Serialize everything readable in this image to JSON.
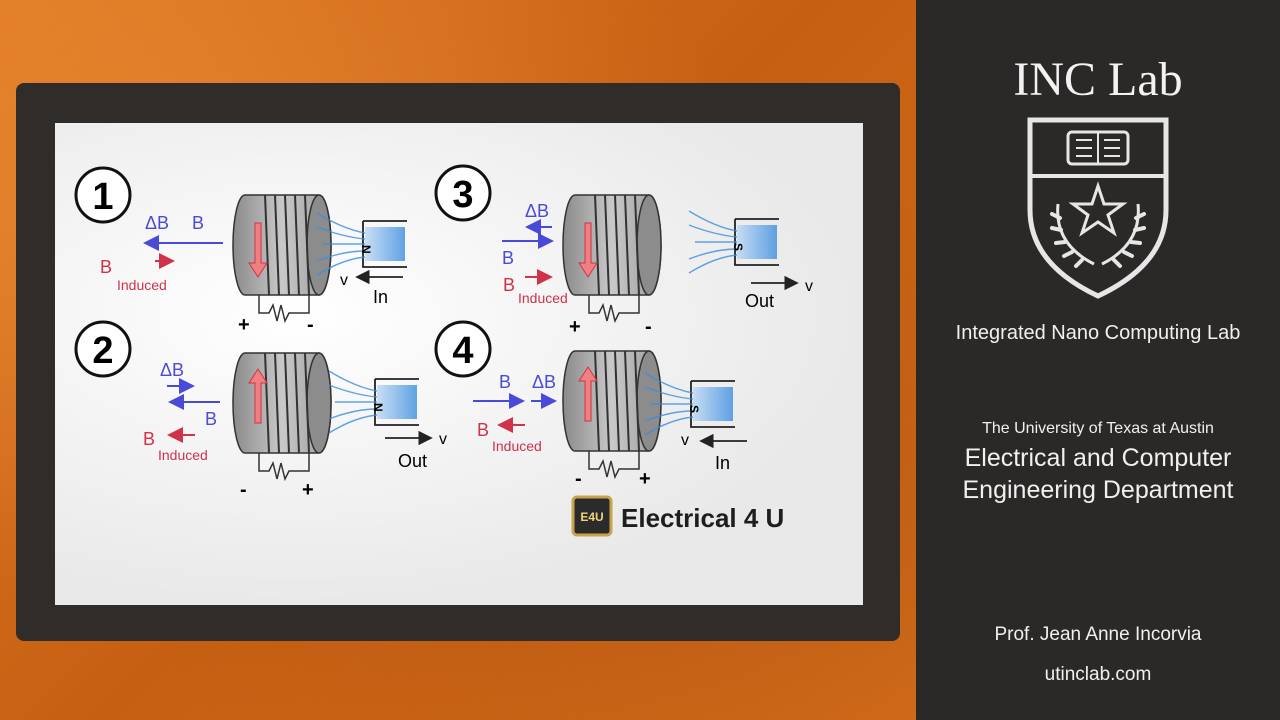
{
  "diagram": {
    "panels": [
      {
        "number": "1",
        "delta_b": "ΔB",
        "b": "B",
        "b_induced": "B",
        "induced": "Induced",
        "pole": "N",
        "v": "v",
        "motion": "In",
        "left_sign": "+",
        "right_sign": "-"
      },
      {
        "number": "2",
        "delta_b": "ΔB",
        "b": "B",
        "b_induced": "B",
        "induced": "Induced",
        "pole": "N",
        "v": "v",
        "motion": "Out",
        "left_sign": "-",
        "right_sign": "+"
      },
      {
        "number": "3",
        "delta_b": "ΔB",
        "b": "B",
        "b_induced": "B",
        "induced": "Induced",
        "pole": "S",
        "v": "v",
        "motion": "Out",
        "left_sign": "+",
        "right_sign": "-"
      },
      {
        "number": "4",
        "delta_b": "ΔB",
        "b": "B",
        "b_induced": "B",
        "induced": "Induced",
        "pole": "S",
        "v": "v",
        "motion": "In",
        "left_sign": "-",
        "right_sign": "+"
      }
    ],
    "watermark": {
      "badge": "E4U",
      "text": "Electrical 4 U"
    },
    "colors": {
      "field": "#4a4ad8",
      "induced": "#d0324a",
      "coil": "#9a9a9a",
      "flux": "#3a8de0"
    }
  },
  "sidebar": {
    "lab_name": "INC Lab",
    "lab_full": "Integrated Nano Computing Lab",
    "university": "The University of Texas at Austin",
    "department_line1": "Electrical and Computer",
    "department_line2": "Engineering Department",
    "professor": "Prof. Jean Anne Incorvia",
    "website": "utinclab.com",
    "emblem": "ut-shield-icon"
  }
}
